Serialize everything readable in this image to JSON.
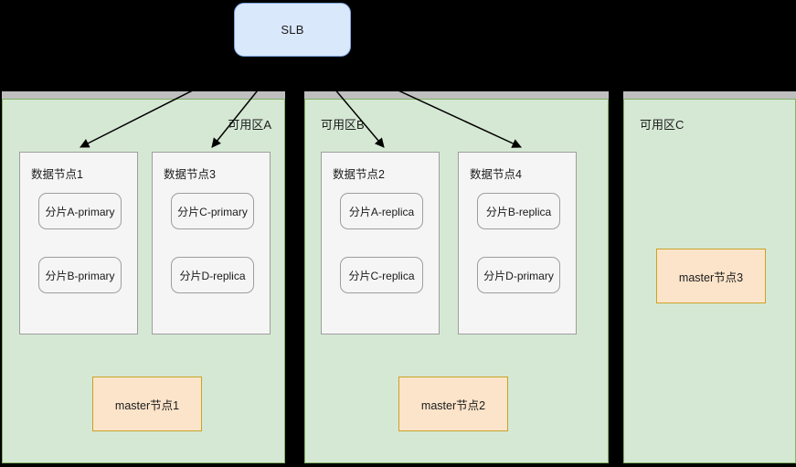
{
  "diagram": {
    "title": "SLB multi-availability-zone data node topology",
    "colors": {
      "page_background": "#000000",
      "slb_fill": "#DAE8FC",
      "slb_border": "#7EA6E0",
      "zone_fill": "#D5E8D4",
      "zone_border": "#82B366",
      "node_fill": "#F5F5F5",
      "node_border": "#9E9E9E",
      "master_fill": "#FCE4CA",
      "master_border": "#C9A227",
      "arrow_color": "#000000",
      "shadow_color": "#BFBFBF"
    }
  },
  "slb": {
    "label": "SLB"
  },
  "zones": [
    {
      "id": "a",
      "title": "可用区A",
      "data_nodes": [
        {
          "title": "数据节点1",
          "shards": [
            "分片A-primary",
            "分片B-primary"
          ]
        },
        {
          "title": "数据节点3",
          "shards": [
            "分片C-primary",
            "分片D-replica"
          ]
        }
      ],
      "master": "master节点1"
    },
    {
      "id": "b",
      "title": "可用区B",
      "data_nodes": [
        {
          "title": "数据节点2",
          "shards": [
            "分片A-replica",
            "分片C-replica"
          ]
        },
        {
          "title": "数据节点4",
          "shards": [
            "分片B-replica",
            "分片D-primary"
          ]
        }
      ],
      "master": "master节点2"
    },
    {
      "id": "c",
      "title": "可用区C",
      "data_nodes": [],
      "master": "master节点3"
    }
  ],
  "connections": [
    {
      "from": "SLB",
      "to": "数据节点1"
    },
    {
      "from": "SLB",
      "to": "数据节点3"
    },
    {
      "from": "SLB",
      "to": "数据节点2"
    },
    {
      "from": "SLB",
      "to": "数据节点4"
    }
  ]
}
